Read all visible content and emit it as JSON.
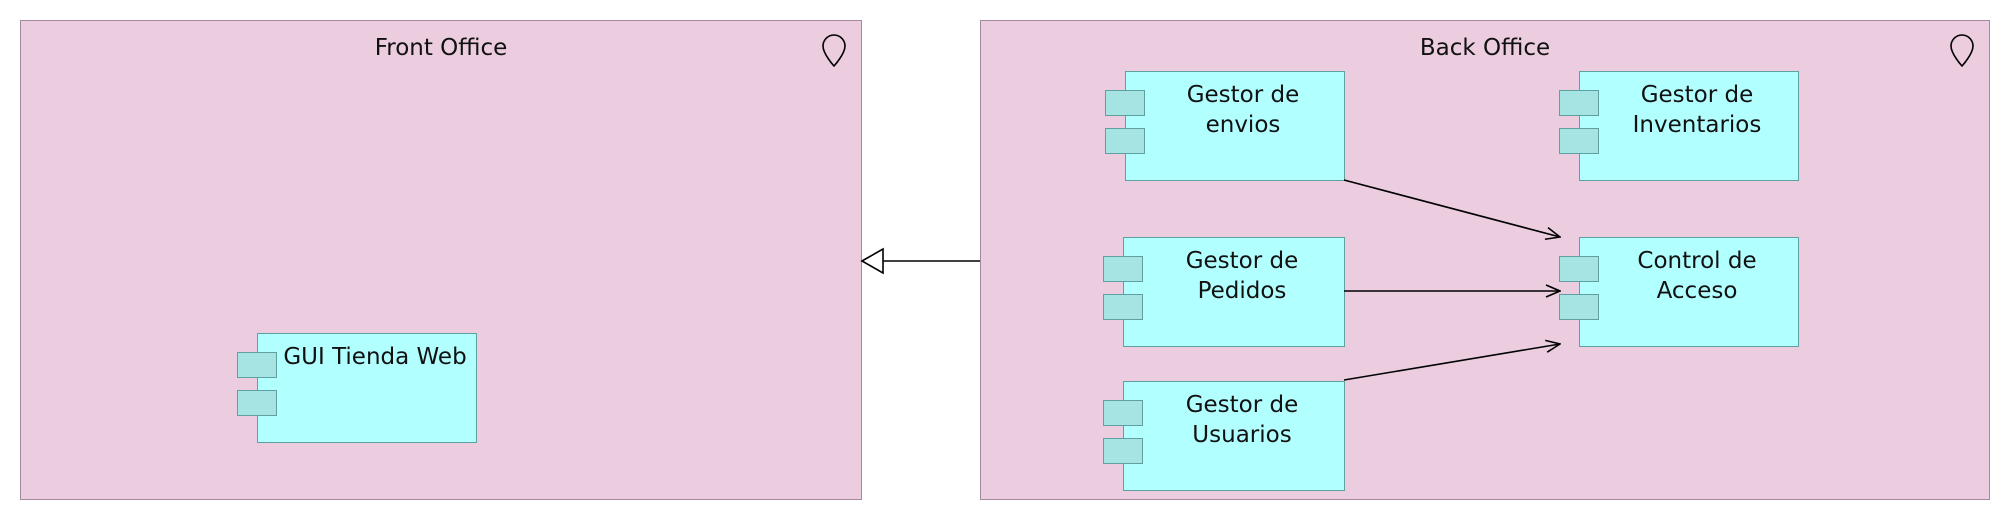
{
  "colors": {
    "location_fill": "#ebcddf",
    "location_border": "#a48aa0",
    "component_fill": "#b2ffff",
    "component_border": "#5fa0a0",
    "edge": "#000000"
  },
  "locations": {
    "front_office": {
      "title": "Front Office",
      "icon": "location-pin-icon"
    },
    "back_office": {
      "title": "Back Office",
      "icon": "location-pin-icon"
    }
  },
  "components": {
    "gui_tienda_web": {
      "label": "GUI Tienda Web"
    },
    "gestor_envios": {
      "label": "Gestor de\nenvios"
    },
    "gestor_inventarios": {
      "label": "Gestor de\nInventarios"
    },
    "gestor_pedidos": {
      "label": "Gestor de\nPedidos"
    },
    "control_acceso": {
      "label": "Control de\nAcceso"
    },
    "gestor_usuarios": {
      "label": "Gestor de\nUsuarios"
    }
  },
  "relationships": [
    {
      "from": "Back Office",
      "to": "Front Office",
      "type": "realization"
    },
    {
      "from": "Gestor de envios",
      "to": "Control de Acceso",
      "type": "dependency"
    },
    {
      "from": "Gestor de Pedidos",
      "to": "Control de Acceso",
      "type": "dependency"
    },
    {
      "from": "Gestor de Usuarios",
      "to": "Control de Acceso",
      "type": "dependency"
    }
  ]
}
